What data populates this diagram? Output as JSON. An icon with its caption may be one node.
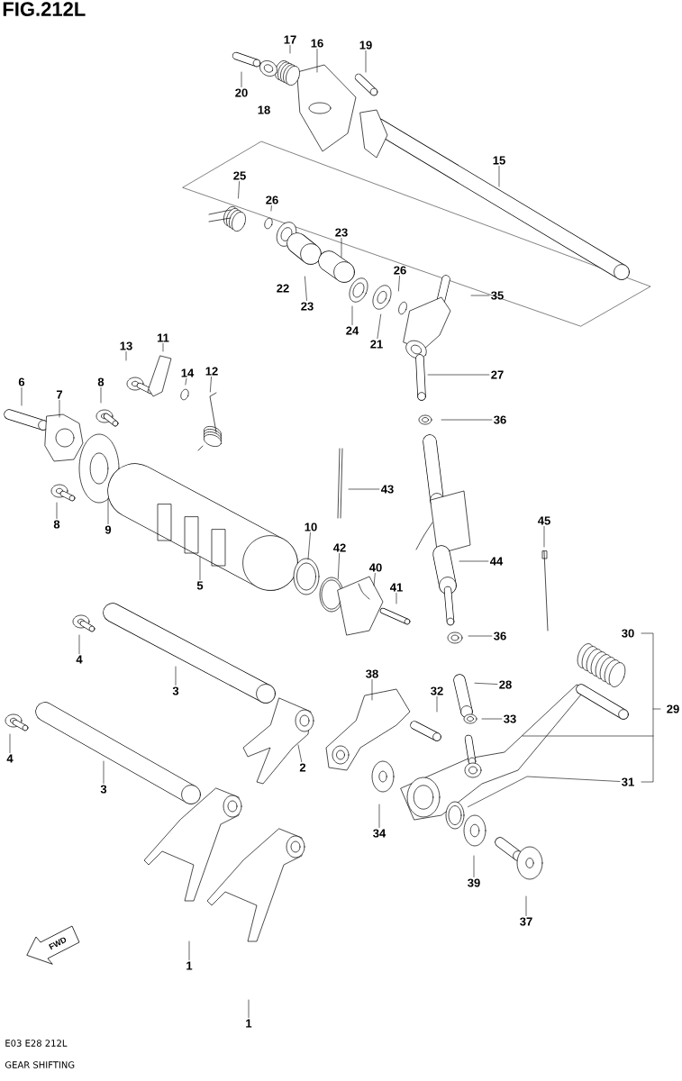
{
  "diagram": {
    "title": "FIG.212L",
    "caption": "GEAR SHIFTING",
    "nodes": [
      {
        "text": [
          "20"
        ]
      },
      {
        "text": [
          "17"
        ]
      },
      {
        "text": [
          "16"
        ]
      },
      {
        "text": [
          "19"
        ]
      },
      {
        "text": [
          "15"
        ]
      },
      {
        "text": [
          "25"
        ]
      },
      {
        "text": [
          "26"
        ]
      },
      {
        "text": [
          "23"
        ]
      },
      {
        "text": [
          "26"
        ]
      },
      {
        "text": [
          "35"
        ]
      },
      {
        "text": [
          "23"
        ]
      },
      {
        "text": [
          "24"
        ]
      },
      {
        "text": [
          "21"
        ]
      },
      {
        "text": [
          "13"
        ]
      },
      {
        "text": [
          "11"
        ]
      },
      {
        "text": [
          "14"
        ]
      },
      {
        "text": [
          "12"
        ]
      },
      {
        "text": [
          "27"
        ]
      },
      {
        "text": [
          "6"
        ]
      },
      {
        "text": [
          "7"
        ]
      },
      {
        "text": [
          "8"
        ]
      },
      {
        "text": [
          "36"
        ]
      },
      {
        "text": [
          "43"
        ]
      },
      {
        "text": [
          "45"
        ]
      },
      {
        "text": [
          "8"
        ]
      },
      {
        "text": [
          "9"
        ]
      },
      {
        "text": [
          "10"
        ]
      },
      {
        "text": [
          "42"
        ]
      },
      {
        "text": [
          "44"
        ]
      },
      {
        "text": [
          "40"
        ]
      },
      {
        "text": [
          "5"
        ]
      },
      {
        "text": [
          "41"
        ]
      },
      {
        "text": [
          "36"
        ]
      },
      {
        "text": [
          "4"
        ]
      },
      {
        "text": [
          "38"
        ]
      },
      {
        "text": [
          "3"
        ]
      },
      {
        "text": [
          "28"
        ]
      },
      {
        "text": [
          "32"
        ]
      },
      {
        "text": [
          "33"
        ]
      },
      {
        "text": [
          "4"
        ]
      },
      {
        "text": [
          "2"
        ]
      },
      {
        "text": [
          "31"
        ]
      },
      {
        "text": [
          "3"
        ]
      },
      {
        "text": [
          "34"
        ]
      },
      {
        "text": [
          "39"
        ]
      },
      {
        "text": [
          "37"
        ]
      },
      {
        "text": [
          "1"
        ]
      },
      {
        "text": [
          "1"
        ]
      }
    ],
    "edges": [
      {
        "from": 0,
        "to": null,
        "arrow": "none"
      },
      {
        "from": 1,
        "to": null,
        "arrow": "none"
      },
      {
        "from": 2,
        "to": null,
        "arrow": "none"
      },
      {
        "from": 3,
        "to": null,
        "arrow": "none"
      },
      {
        "from": 4,
        "to": null,
        "arrow": "none"
      },
      {
        "from": 5,
        "to": null,
        "arrow": "none"
      },
      {
        "from": 6,
        "to": null,
        "arrow": "none"
      },
      {
        "from": 7,
        "to": null,
        "arrow": "none"
      },
      {
        "from": 8,
        "to": null,
        "arrow": "none"
      },
      {
        "from": 9,
        "to": null,
        "arrow": "none"
      },
      {
        "from": 10,
        "to": null,
        "arrow": "none"
      },
      {
        "from": 11,
        "to": null,
        "arrow": "none"
      },
      {
        "from": 12,
        "to": null,
        "arrow": "none"
      },
      {
        "from": 13,
        "to": null,
        "arrow": "none"
      },
      {
        "from": 14,
        "to": null,
        "arrow": "none"
      },
      {
        "from": 15,
        "to": null,
        "arrow": "none"
      },
      {
        "from": 16,
        "to": null,
        "arrow": "none"
      },
      {
        "from": 17,
        "to": null,
        "arrow": "none"
      },
      {
        "from": 18,
        "to": null,
        "arrow": "none"
      },
      {
        "from": 19,
        "to": null,
        "arrow": "none"
      },
      {
        "from": 20,
        "to": null,
        "arrow": "none"
      },
      {
        "from": 21,
        "to": null,
        "arrow": "none"
      },
      {
        "from": 22,
        "to": null,
        "arrow": "none"
      },
      {
        "from": 23,
        "to": null,
        "arrow": "none"
      },
      {
        "from": 24,
        "to": null,
        "arrow": "none"
      },
      {
        "from": 25,
        "to": null,
        "arrow": "none"
      },
      {
        "from": 26,
        "to": null,
        "arrow": "none"
      },
      {
        "from": 27,
        "to": null,
        "arrow": "none"
      },
      {
        "from": 28,
        "to": null,
        "arrow": "none"
      },
      {
        "from": 29,
        "to": null,
        "arrow": "none"
      },
      {
        "from": 30,
        "to": null,
        "arrow": "none"
      },
      {
        "from": 31,
        "to": null,
        "arrow": "none"
      },
      {
        "from": 32,
        "to": null,
        "arrow": "none"
      },
      {
        "from": 33,
        "to": null,
        "arrow": "none"
      },
      {
        "from": 34,
        "to": null,
        "arrow": "none"
      },
      {
        "from": 35,
        "to": null,
        "arrow": "none"
      },
      {
        "from": 36,
        "to": null,
        "arrow": "none"
      },
      {
        "from": 37,
        "to": null,
        "arrow": "none"
      },
      {
        "from": 38,
        "to": null,
        "arrow": "none"
      },
      {
        "from": 39,
        "to": null,
        "arrow": "none"
      },
      {
        "from": 40,
        "to": null,
        "arrow": "none"
      },
      {
        "from": 41,
        "to": null,
        "arrow": "none"
      },
      {
        "from": 42,
        "to": null,
        "arrow": "none"
      },
      {
        "from": 43,
        "to": null,
        "arrow": "none"
      },
      {
        "from": 44,
        "to": null,
        "arrow": "none"
      },
      {
        "from": 45,
        "to": null,
        "arrow": "none"
      },
      {
        "from": 46,
        "to": null,
        "arrow": "none"
      },
      {
        "from": 47,
        "to": null,
        "arrow": "none"
      }
    ],
    "labels": [
      "18",
      "22",
      "30",
      "29",
      "FWD",
      "E03 E28 212L"
    ]
  }
}
